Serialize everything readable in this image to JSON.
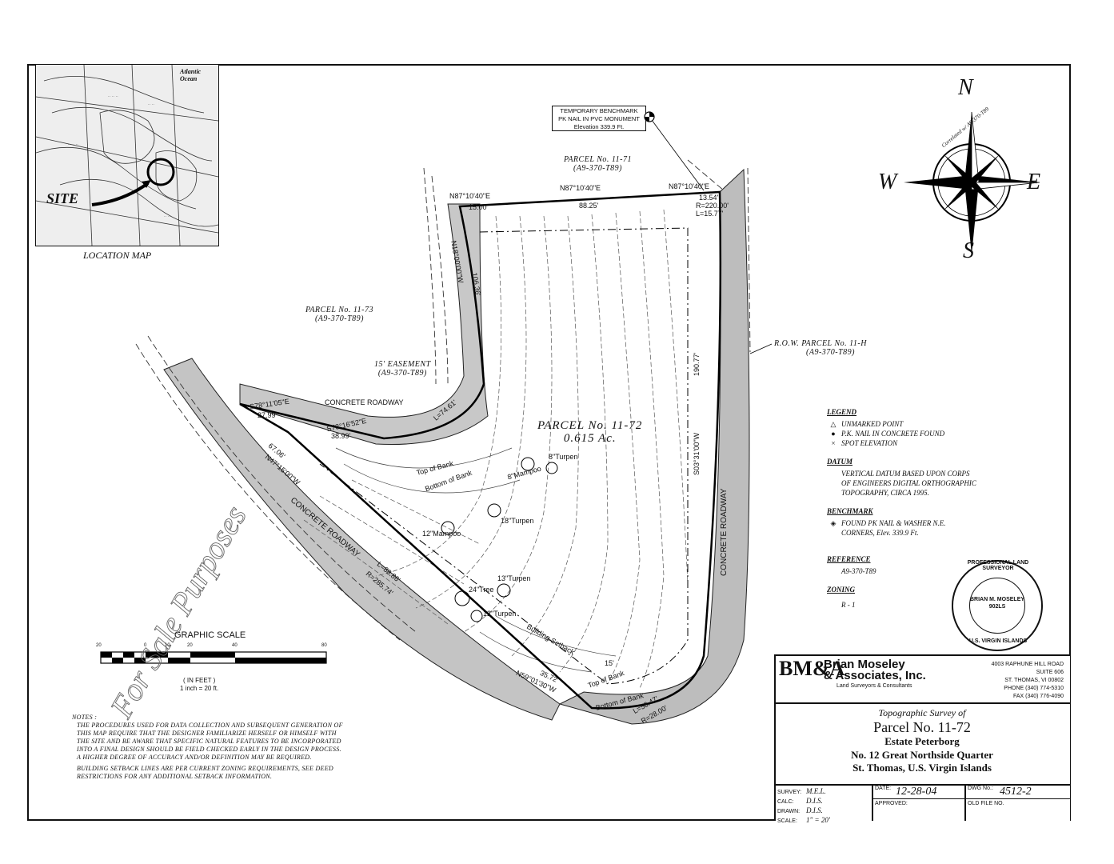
{
  "location_map": {
    "caption": "LOCATION MAP",
    "site_label": "SITE",
    "ocean_label_1": "Atlantic",
    "ocean_label_2": "Ocean"
  },
  "benchmark_box": {
    "line1": "TEMPORARY BENCHMARK",
    "line2": "PK NAIL IN PVC MONUMENT",
    "line3": "Elevation 339.9 Ft."
  },
  "parcels": {
    "north_name": "PARCEL No. 11-71",
    "north_ref": "(A9-370-T89)",
    "west_name": "PARCEL No. 11-73",
    "west_ref": "(A9-370-T89)",
    "row_name": "R.O.W. PARCEL No. 11-H",
    "row_ref": "(A9-370-T89)",
    "easement_name": "15' EASEMENT",
    "easement_ref": "(A9-370-T89)",
    "main_name": "PARCEL No. 11-72",
    "main_area": "0.615 Ac."
  },
  "bearings": {
    "b1": "N87°10'40\"E",
    "b1_dist": "15.00'",
    "b2": "N87°10'40\"E",
    "b2_dist": "88.25'",
    "b3": "N87°10'40\"E",
    "b3_dist": "13.54'",
    "curve_ne_r": "R=220.00'",
    "curve_ne_l": "L=15.77'",
    "east_line": "S03°31'00\"W",
    "east_dist": "190.77'",
    "west_line": "N18°00'00\"W",
    "west_dist": "106.36'",
    "easement_curve": "L=74.61'",
    "s78": "S78°11'05\"E",
    "s78_dist": "27.99'",
    "s73": "S73°16'52\"E",
    "s73_dist": "38.99'",
    "sw_dist": "67.06'",
    "n47": "N47°15'00\"W",
    "south_curve_l": "L=88.86'",
    "south_curve_r": "R=285.74'",
    "n59": "N59°01'30\"W",
    "n59_dist": "35.72'",
    "se_curve_l": "L=58.47'",
    "se_curve_r": "R=28.00'"
  },
  "features": {
    "concrete_roadway": "CONCRETE ROADWAY",
    "top_of_bank": "Top of Bank",
    "bottom_of_bank": "Bottom of Bank",
    "building_setback": "Building Setback",
    "setback_dist": "15'",
    "tree1": "8\"Turpen",
    "tree2": "8\"Mampoo",
    "tree3": "18\"Turpen",
    "tree4": "12\"Mampoo",
    "tree5": "13\"Turpen",
    "tree6": "24\"Tree",
    "tree7": "12\"Turpen"
  },
  "compass": {
    "n": "N",
    "s": "S",
    "e": "E",
    "w": "W",
    "note": "Correlated w/ A9-370-T89"
  },
  "legend": {
    "title": "LEGEND",
    "items": [
      {
        "symbol": "△",
        "text": "UNMARKED POINT"
      },
      {
        "symbol": "●",
        "text": "P.K. NAIL IN CONCRETE FOUND"
      },
      {
        "symbol": "×",
        "text": "SPOT ELEVATION"
      }
    ],
    "datum_title": "DATUM",
    "datum_text": "VERTICAL DATUM BASED UPON CORPS OF ENGINEERS DIGITAL ORTHOGRAPHIC TOPOGRAPHY, CIRCA 1995.",
    "benchmark_title": "BENCHMARK",
    "benchmark_text": "FOUND PK NAIL & WASHER N.E. CORNERS, Elev. 339.9 Ft.",
    "reference_title": "REFERENCE",
    "reference_text": "A9-370-T89",
    "zoning_title": "ZONING",
    "zoning_text": "R - 1"
  },
  "seal": {
    "top": "PROFESSIONAL LAND SURVEYOR",
    "name": "BRIAN M. MOSELEY",
    "number": "902LS",
    "bottom": "U.S. VIRGIN ISLANDS"
  },
  "graphic_scale": {
    "title": "GRAPHIC SCALE",
    "ticks": [
      "20",
      "0",
      "10",
      "20",
      "40",
      "80"
    ],
    "unit": "( IN FEET )",
    "ratio": "1 inch = 20 ft."
  },
  "notes": {
    "title": "NOTES :",
    "para1": "THE PROCEDURES USED FOR DATA COLLECTION AND SUBSEQUENT GENERATION OF THIS MAP REQUIRE THAT THE DESIGNER FAMILIARIZE HERSELF OR HIMSELF WITH THE SITE AND BE AWARE THAT SPECIFIC NATURAL FEATURES TO BE INCORPORATED INTO A FINAL DESIGN SHOULD BE FIELD CHECKED EARLY IN THE DESIGN PROCESS. A HIGHER DEGREE OF ACCURACY AND/OR DEFINITION MAY BE REQUIRED.",
    "para2": "BUILDING SETBACK LINES ARE PER CURRENT ZONING REQUIREMENTS, SEE DEED RESTRICTIONS FOR ANY ADDITIONAL SETBACK INFORMATION."
  },
  "handwriting": "For Sale Purposes",
  "title_block": {
    "firm_line1": "Brian Moseley",
    "firm_line2": "& Associates, Inc.",
    "firm_sub": "Land Surveyors & Consultants",
    "logo": "BM&A",
    "addr1": "4003 RAPHUNE HILL ROAD",
    "addr2": "SUITE 606",
    "addr3": "ST. THOMAS, VI 00802",
    "phone": "PHONE (340) 774-5310",
    "fax": "FAX (340) 776-4090",
    "survey_type": "Topographic Survey of",
    "parcel": "Parcel No. 11-72",
    "estate": "Estate Peterborg",
    "quarter": "No. 12 Great Northside Quarter",
    "island": "St. Thomas, U.S. Virgin Islands",
    "survey_label": "SURVEY:",
    "survey_val": "M.E.L.",
    "calc_label": "CALC:",
    "calc_val": "D.I.S.",
    "drawn_label": "DRAWN:",
    "drawn_val": "D.I.S.",
    "scale_label": "SCALE:",
    "scale_val": "1\" = 20'",
    "date_label": "DATE:",
    "date_val": "12-28-04",
    "approved_label": "APPROVED:",
    "dwg_label": "DWG No.:",
    "dwg_val": "4512-2",
    "old_file_label": "OLD FILE NO."
  }
}
